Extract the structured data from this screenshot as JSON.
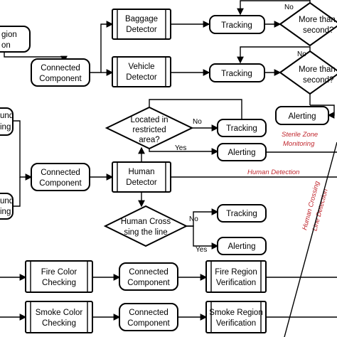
{
  "labels": {
    "region_top": "gion",
    "region_bottom": "on",
    "connected_component": "Connected Component",
    "connected_line1": "Connected",
    "connected_line2": "Component",
    "baggage_line1": "Baggage",
    "baggage_line2": "Detector",
    "vehicle_line1": "Vehicle",
    "vehicle_line2": "Detector",
    "human_line1": "Human",
    "human_line2": "Detector",
    "tracking": "Tracking",
    "alerting": "Alerting",
    "more_than_line1": "More than",
    "more_than_line2": "second?",
    "located_line1": "Located in",
    "located_line2": "restricted",
    "located_line3": "area?",
    "human_cross_line1": "Human Cross",
    "human_cross_line2": "sing the line",
    "yes": "Yes",
    "no": "No",
    "sterile_line1": "Sterile Zone",
    "sterile_line2": "Monitoring",
    "human_detection": "Human Detection",
    "crossing_line1": "Human Crossing",
    "crossing_line2": "Line Detection",
    "background_frag1_a": "und",
    "background_frag1_b": "ing",
    "background_frag2_a": "und",
    "background_frag2_b": "ing",
    "fire_color_line1": "Fire Color",
    "fire_color_line2": "Checking",
    "fire_region_line1": "Fire Region",
    "fire_region_line2": "Verification",
    "smoke_color_line1": "Smoke Color",
    "smoke_color_line2": "Checking",
    "smoke_region_line1": "Smoke Region",
    "smoke_region_line2": "Verification"
  },
  "colors": {
    "annotation": "#c0262d"
  }
}
